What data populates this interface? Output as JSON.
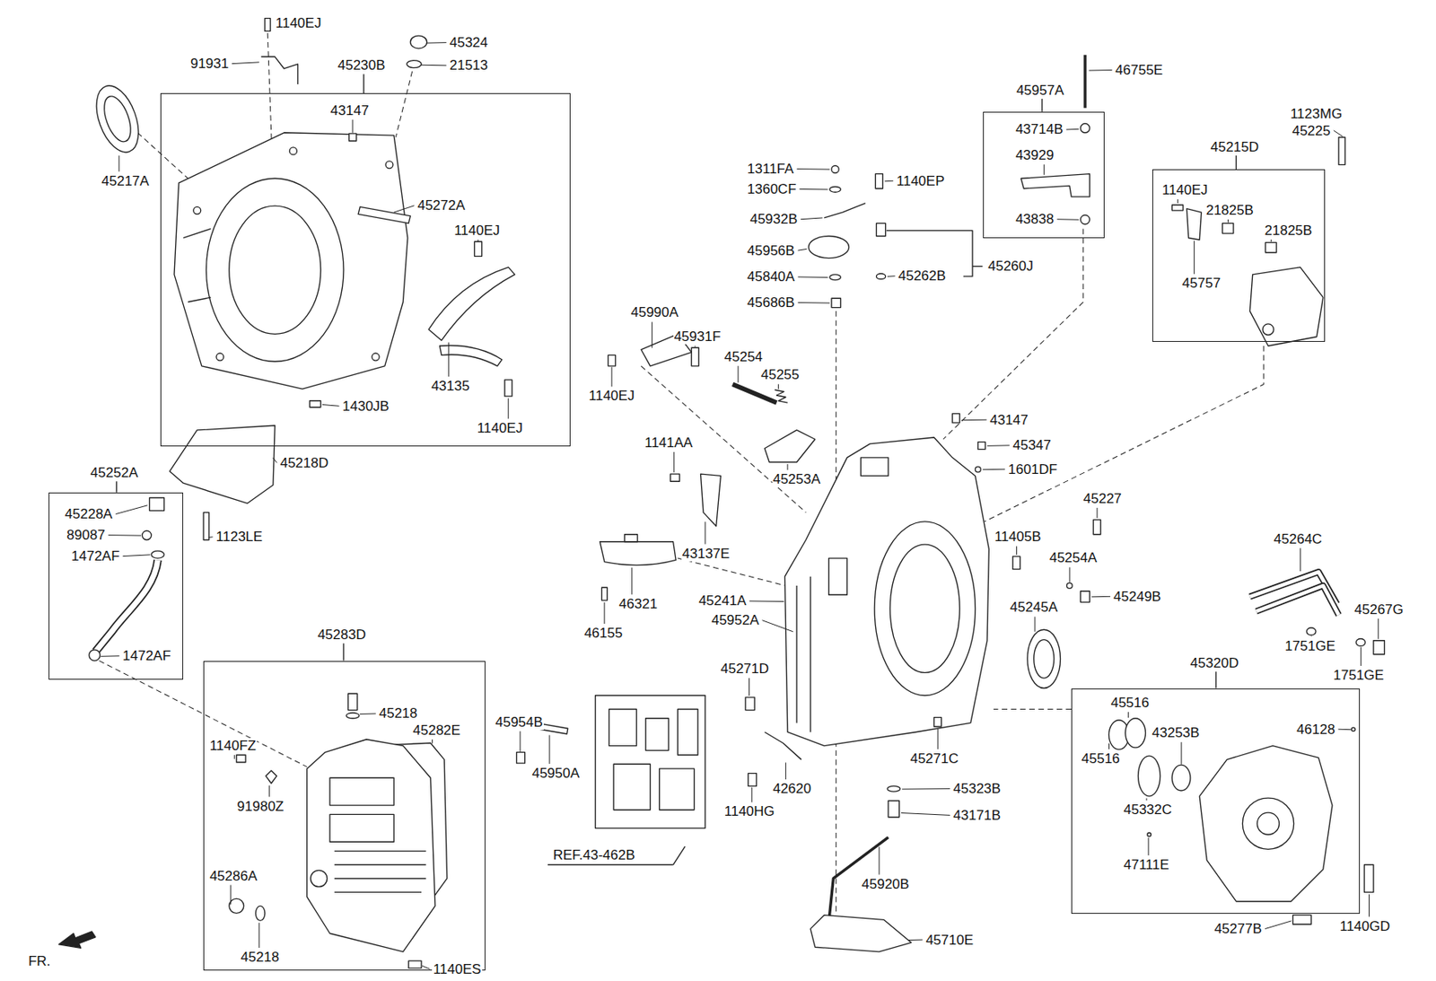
{
  "diagram": {
    "nodes": [
      {
        "text": [
          "45230B"
        ]
      },
      {
        "text": [
          "45957A"
        ]
      },
      {
        "text": [
          "45215D"
        ]
      },
      {
        "text": [
          "45252A"
        ]
      },
      {
        "text": [
          "45283D"
        ]
      },
      {
        "text": [
          "45320D"
        ]
      }
    ],
    "labels": [
      "1140EJ",
      "91931",
      "45324",
      "21513",
      "43147",
      "45217A",
      "45272A",
      "1140EJ",
      "43135",
      "1140EJ",
      "1430JB",
      "45218D",
      "1123LE",
      "45228A",
      "89087",
      "1472AF",
      "1472AF",
      "45218",
      "45282E",
      "1140FZ",
      "91980Z",
      "45286A",
      "45218",
      "1140ES",
      "FR.",
      "45954B",
      "45950A",
      "REF.43-462B",
      "46321",
      "46155",
      "1141AA",
      "43137E",
      "45990A",
      "45931F",
      "1140EJ",
      "45254",
      "45255",
      "45253A",
      "1311FA",
      "1360CF",
      "45932B",
      "45956B",
      "45840A",
      "45686B",
      "1140EP",
      "45262B",
      "45260J",
      "46755E",
      "43714B",
      "43929",
      "43838",
      "1123MG",
      "45225",
      "1140EJ",
      "21825B",
      "21825B",
      "45757",
      "43147",
      "45347",
      "1601DF",
      "45227",
      "11405B",
      "45254A",
      "45249B",
      "45241A",
      "45952A",
      "45245A",
      "45271D",
      "45271C",
      "42620",
      "1140HG",
      "45323B",
      "43171B",
      "45920B",
      "45710E",
      "45264C",
      "45267G",
      "1751GE",
      "1751GE",
      "45516",
      "45516",
      "43253B",
      "46128",
      "45332C",
      "47111E",
      "1140GD",
      "45277B"
    ]
  }
}
